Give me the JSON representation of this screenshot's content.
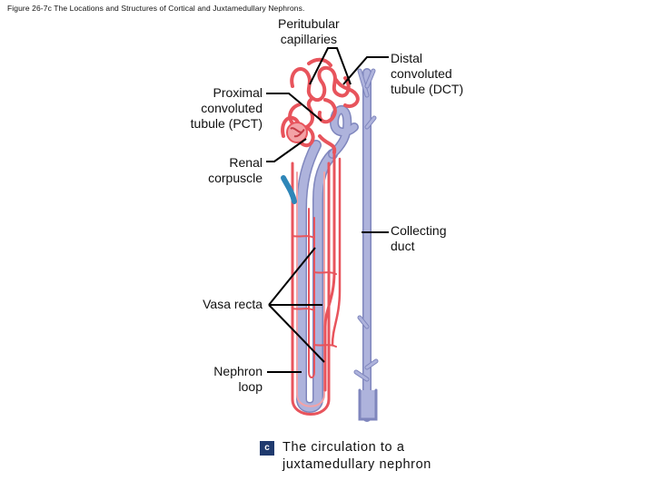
{
  "figure_title": "Figure 26-7c The Locations and Structures of Cortical and Juxtamedullary Nephrons.",
  "labels": {
    "peritubular": [
      "Peritubular",
      "capillaries"
    ],
    "dct": [
      "Distal",
      "convoluted",
      "tubule (DCT)"
    ],
    "pct": [
      "Proximal",
      "convoluted",
      "tubule (PCT)"
    ],
    "renal": [
      "Renal",
      "corpuscle"
    ],
    "collecting": [
      "Collecting",
      "duct"
    ],
    "vasa": [
      "Vasa recta"
    ],
    "loop": [
      "Nephron",
      "loop"
    ]
  },
  "caption": {
    "letter": "c",
    "lines": [
      "The circulation to a",
      "juxtamedullary nephron"
    ]
  },
  "colors": {
    "tubule": "#aeb3dc",
    "tubule_edge": "#7f86bd",
    "vessel": "#e8545c",
    "vessel_light": "#f3a2a6",
    "arteriole": "#2e86b8",
    "leader": "#000000"
  }
}
